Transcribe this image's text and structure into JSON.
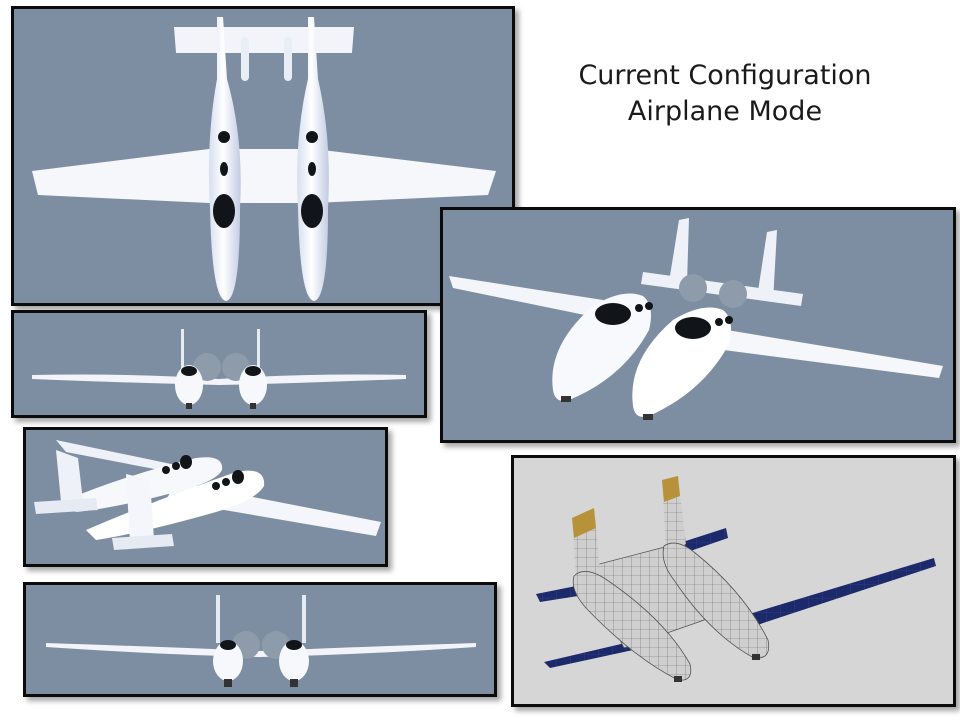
{
  "title": {
    "line1": "Current Configuration",
    "line2": "Airplane Mode"
  },
  "colors": {
    "panel_background": "#7d8ea3",
    "wireframe_background": "#d6d6d6",
    "panel_border": "#0b0b0b",
    "airframe": "#f4f6fb",
    "canopy": "#111418",
    "wing_navy": "#1c2a6b",
    "tail_tip_gold": "#b8923a"
  },
  "panels": [
    {
      "id": "top-view",
      "icon": "twin-boom-aircraft-top-view"
    },
    {
      "id": "front-view",
      "icon": "twin-boom-aircraft-front-view"
    },
    {
      "id": "rear-three-quarter-view",
      "icon": "twin-boom-aircraft-rear-view"
    },
    {
      "id": "rear-view",
      "icon": "twin-boom-aircraft-rear-low-view"
    },
    {
      "id": "front-three-quarter-view",
      "icon": "twin-boom-aircraft-perspective-view"
    },
    {
      "id": "wireframe-view",
      "icon": "twin-boom-aircraft-wireframe"
    }
  ]
}
